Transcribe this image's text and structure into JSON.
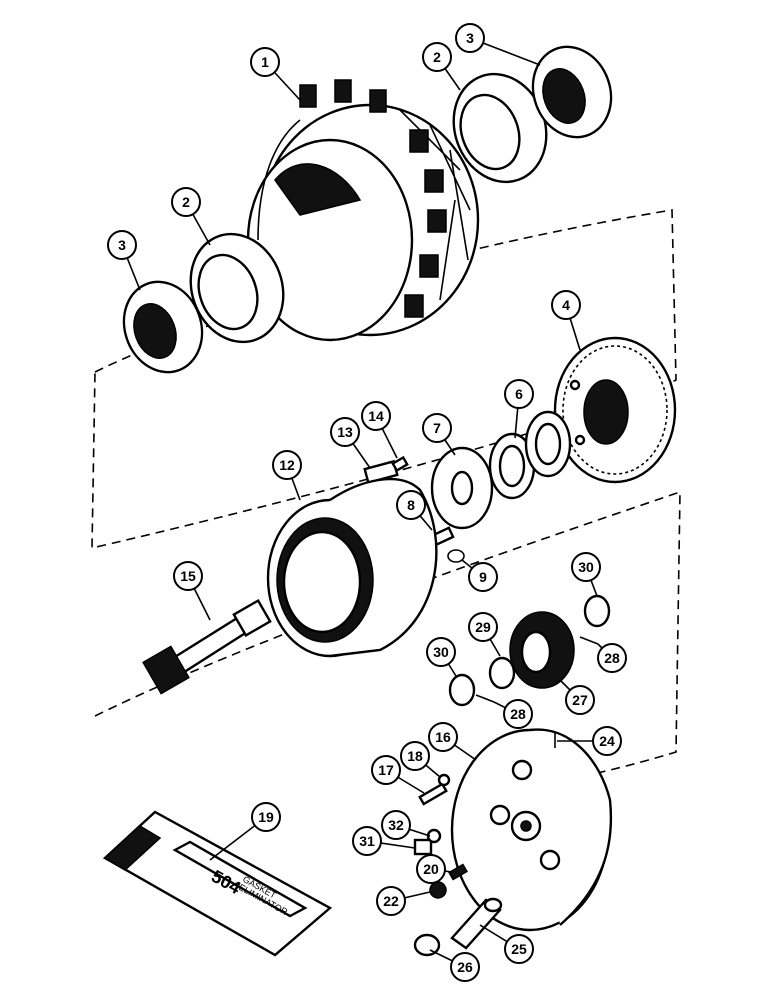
{
  "callouts": [
    {
      "id": "c1",
      "text": "1"
    },
    {
      "id": "c2a",
      "text": "2"
    },
    {
      "id": "c3a",
      "text": "3"
    },
    {
      "id": "c2b",
      "text": "2"
    },
    {
      "id": "c3b",
      "text": "3"
    },
    {
      "id": "c4",
      "text": "4"
    },
    {
      "id": "c6",
      "text": "6"
    },
    {
      "id": "c7",
      "text": "7"
    },
    {
      "id": "c13",
      "text": "13"
    },
    {
      "id": "c14",
      "text": "14"
    },
    {
      "id": "c12",
      "text": "12"
    },
    {
      "id": "c8",
      "text": "8"
    },
    {
      "id": "c9",
      "text": "9"
    },
    {
      "id": "c15",
      "text": "15"
    },
    {
      "id": "c30a",
      "text": "30"
    },
    {
      "id": "c29",
      "text": "29"
    },
    {
      "id": "c28a",
      "text": "28"
    },
    {
      "id": "c30b",
      "text": "30"
    },
    {
      "id": "c28b",
      "text": "28"
    },
    {
      "id": "c27",
      "text": "27"
    },
    {
      "id": "c16",
      "text": "16"
    },
    {
      "id": "c24",
      "text": "24"
    },
    {
      "id": "c18",
      "text": "18"
    },
    {
      "id": "c17",
      "text": "17"
    },
    {
      "id": "c19",
      "text": "19"
    },
    {
      "id": "c32",
      "text": "32"
    },
    {
      "id": "c31",
      "text": "31"
    },
    {
      "id": "c20",
      "text": "20"
    },
    {
      "id": "c22",
      "text": "22"
    },
    {
      "id": "c25",
      "text": "25"
    },
    {
      "id": "c26",
      "text": "26"
    }
  ],
  "tube_label": {
    "product_number": "504",
    "product_line1": "GASKET",
    "product_line2": "ELIMINATOR"
  }
}
